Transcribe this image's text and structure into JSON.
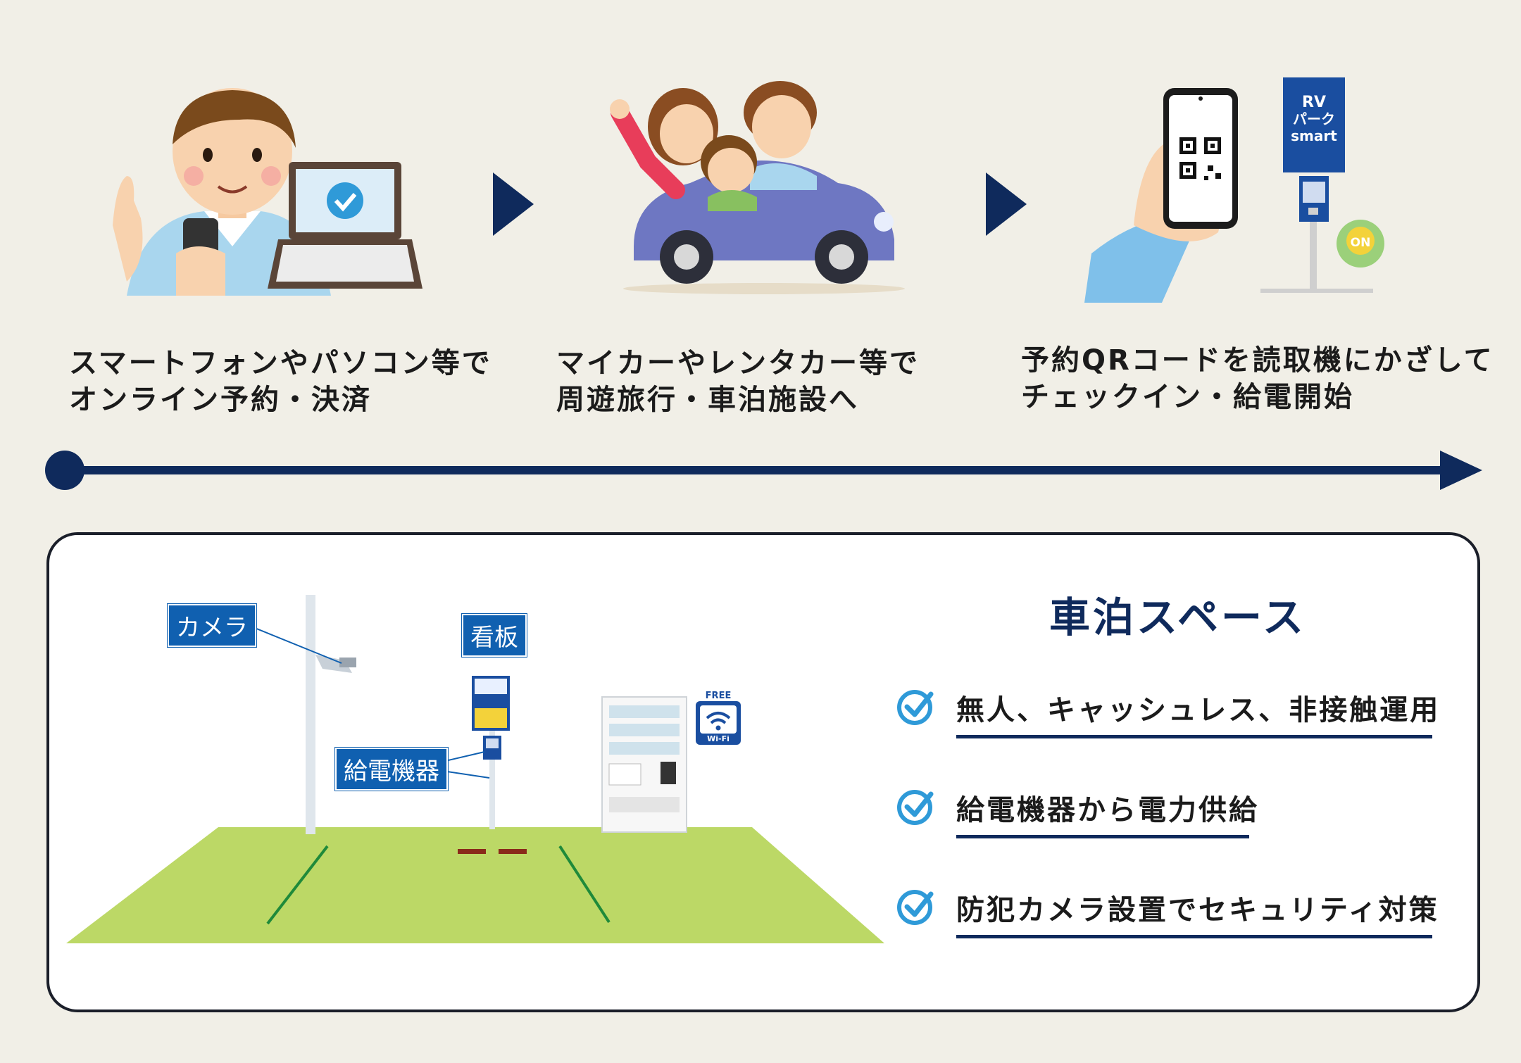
{
  "steps": [
    {
      "line1": "スマートフォンやパソコン等で",
      "line2": "オンライン予約・決済"
    },
    {
      "line1": "マイカーやレンタカー等で",
      "line2": "周遊旅行・車泊施設へ"
    },
    {
      "line1": "予約QRコードを読取機にかざして",
      "line2": "チェックイン・給電開始"
    }
  ],
  "device_sign": {
    "l1": "RV",
    "l2": "パーク",
    "l3": "smart",
    "on": "ON"
  },
  "panel": {
    "title": "車泊スペース",
    "features": [
      "無人、キャッシュレス、非接触運用",
      "給電機器から電力供給",
      "防犯カメラ設置でセキュリティ対策"
    ],
    "labels": {
      "camera": "カメラ",
      "sign": "看板",
      "charger": "給電機器"
    },
    "wifi": {
      "top": "FREE",
      "bottom": "Wi-Fi"
    }
  },
  "colors": {
    "navy": "#0f2a5c",
    "accent": "#1060b0",
    "check": "#2f9ad8",
    "lawn": "#bcd866"
  }
}
